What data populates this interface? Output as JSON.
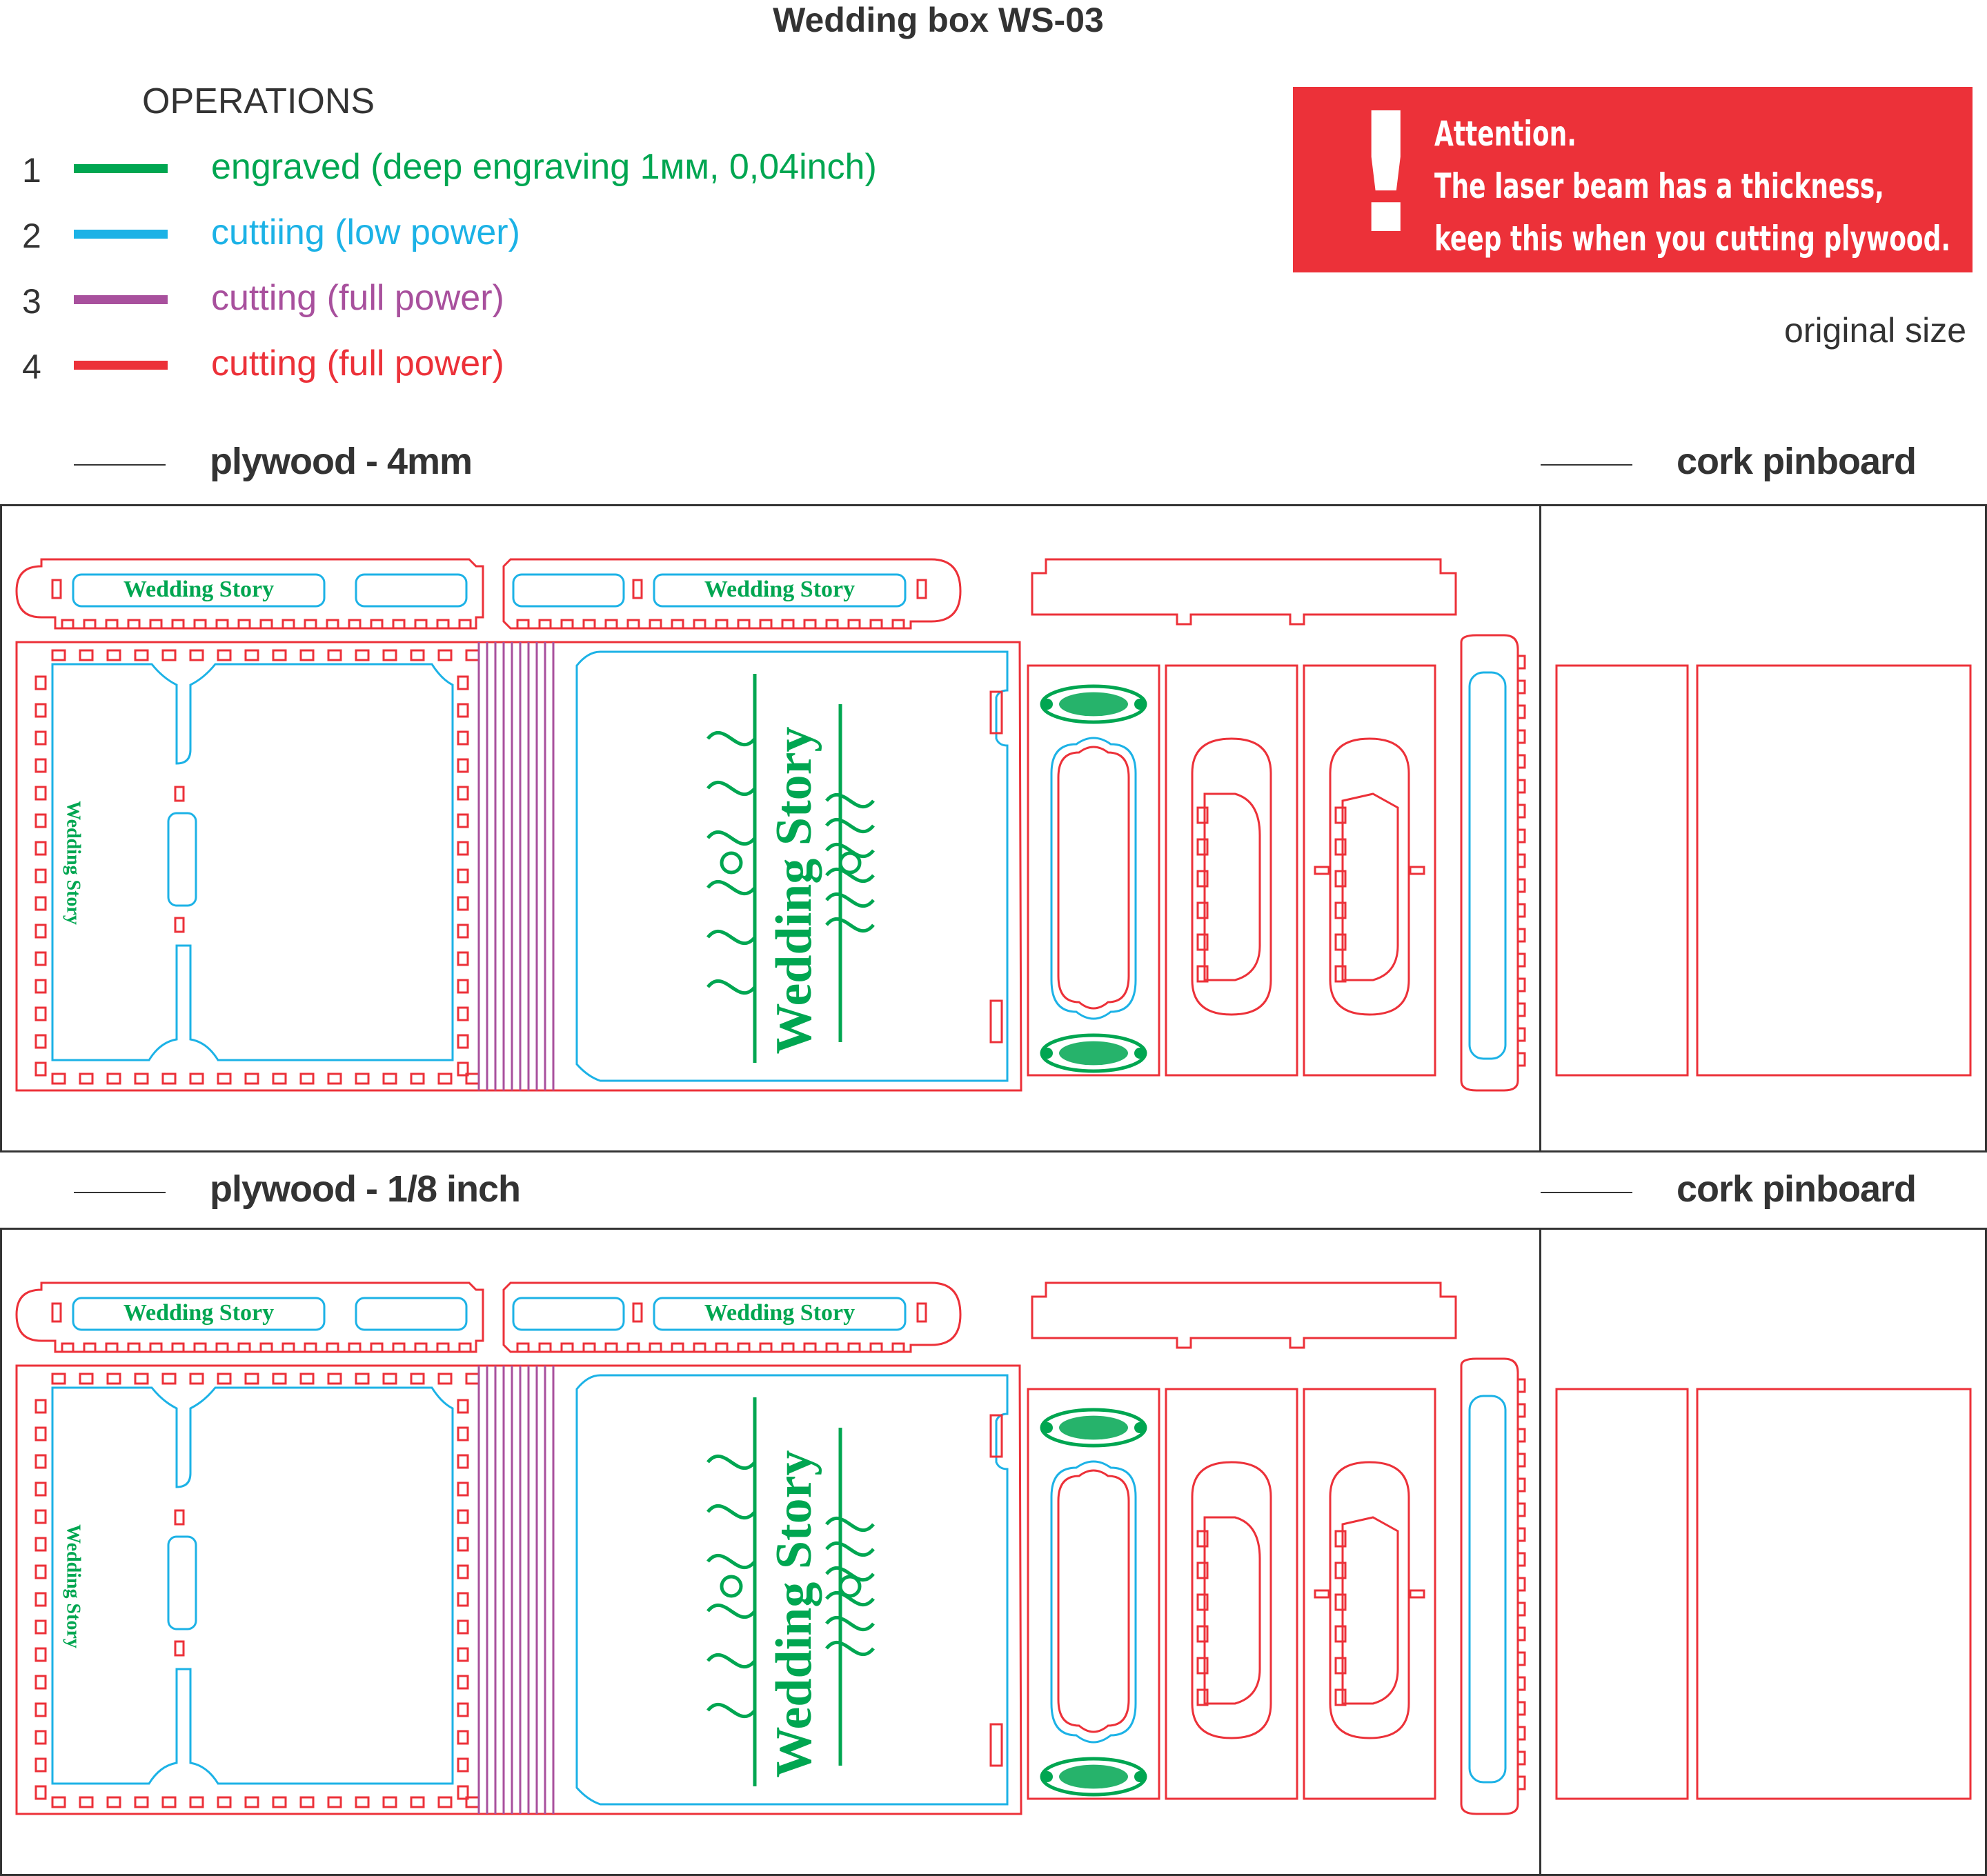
{
  "title": "Wedding box WS-03",
  "operations_heading": "OPERATIONS",
  "operations": [
    {
      "num": "1",
      "label": "engraved (deep engraving 1мм, 0,04inch)",
      "color": "#00a651"
    },
    {
      "num": "2",
      "label": "cuttiing (low power)",
      "color": "#1cb2e6"
    },
    {
      "num": "3",
      "label": "cutting (full power)",
      "color": "#a8509d"
    },
    {
      "num": "4",
      "label": "cutting (full power)",
      "color": "#ec3139"
    }
  ],
  "attention": {
    "symbol": "!",
    "lines": [
      "Attention.",
      "The laser beam has a thickness,",
      "keep this when you cutting plywood."
    ]
  },
  "original_size_note": "original size",
  "sections": [
    {
      "material": "plywood - 4mm",
      "side_material": "cork pinboard"
    },
    {
      "material": "plywood - 1/8 inch",
      "side_material": "cork pinboard"
    }
  ],
  "engraving_text": "Wedding Story"
}
